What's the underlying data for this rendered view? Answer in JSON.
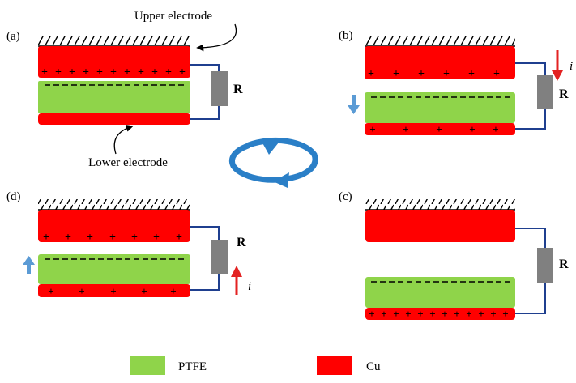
{
  "panels": {
    "a": {
      "label": "(a)"
    },
    "b": {
      "label": "(b)"
    },
    "c": {
      "label": "(c)"
    },
    "d": {
      "label": "(d)"
    }
  },
  "annotations": {
    "upper_electrode": "Upper electrode",
    "lower_electrode": "Lower electrode"
  },
  "resistor_label": "R",
  "current_label": "i",
  "charge_symbols": {
    "positive": "+",
    "negative": "-"
  },
  "legend": [
    {
      "label": "PTFE",
      "color": "#8fd44a"
    },
    {
      "label": "Cu",
      "color": "#ff0000"
    }
  ],
  "colors": {
    "copper": "#ff0000",
    "ptfe": "#8fd44a",
    "wire": "#1f3f8f",
    "resistor": "#808080",
    "current_arrow": "#e32222",
    "motion_arrow": "#5b9bd5",
    "cycle_arrow": "#2a7fc7"
  },
  "icons": {
    "cycle": "cycle-arrows-icon",
    "motion": "motion-arrow-icon",
    "current": "current-arrow-icon"
  }
}
